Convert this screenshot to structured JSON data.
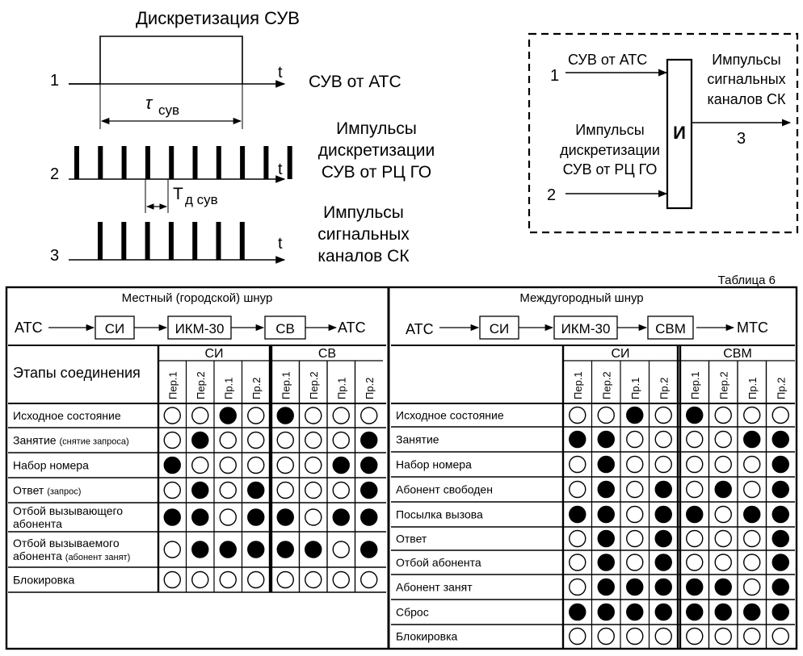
{
  "timing": {
    "title": "Дискретизация СУВ",
    "axis_t": "t",
    "row_numbers": [
      "1",
      "2",
      "3"
    ],
    "tau_label": "τ",
    "tau_sub": "сув",
    "td_label": "Т",
    "td_sub": "д сув",
    "label1": "СУВ от АТС",
    "label2_lines": [
      "Импульсы",
      "дискретизации",
      "СУВ от РЦ ГО"
    ],
    "label3_lines": [
      "Импульсы",
      "сигнальных",
      "каналов СК"
    ]
  },
  "gate": {
    "in1_num": "1",
    "in1_label": "СУВ от АТС",
    "in2_num": "2",
    "in2_lines": [
      "Импульсы",
      "дискретизации",
      "СУВ от РЦ ГО"
    ],
    "gate_label": "И",
    "out_lines": [
      "Импульсы",
      "сигнальных",
      "каналов СК"
    ],
    "out_num": "3"
  },
  "table_caption": "Таблица 6",
  "local": {
    "title": "Местный (городской) шнур",
    "chain": [
      "АТС",
      "СИ",
      "ИКМ-30",
      "СВ",
      "АТС"
    ],
    "stages_header": "Этапы соединения",
    "group1": "СИ",
    "group2": "СВ",
    "cols": [
      "Пер.1",
      "Пер.2",
      "Пр.1",
      "Пр.2"
    ],
    "rows": [
      {
        "label": "Исходное состояние",
        "sub": "",
        "pattern": "00101000"
      },
      {
        "label": "Занятие ",
        "sub": "(снятие запроса)",
        "pattern": "01000001"
      },
      {
        "label": "Набор номера",
        "sub": "",
        "pattern": "10000011"
      },
      {
        "label": "Ответ ",
        "sub": "(запрос)",
        "pattern": "01010001"
      },
      {
        "label": "Отбой вызывающего",
        "label2": "абонента",
        "sub": "",
        "pattern": "11011011"
      },
      {
        "label": "Отбой вызываемого",
        "label2": "абонента ",
        "sub": "(абонент занят)",
        "pattern": "01111101"
      },
      {
        "label": "Блокировка",
        "sub": "",
        "pattern": "00000000"
      }
    ]
  },
  "intercity": {
    "title": "Междугородный шнур",
    "chain": [
      "АТС",
      "СИ",
      "ИКМ-30",
      "СВМ",
      "МТС"
    ],
    "group1": "СИ",
    "group2": "СВМ",
    "cols": [
      "Пер.1",
      "Пер.2",
      "Пр.1",
      "Пр.2"
    ],
    "rows": [
      {
        "label": "Исходное состояние",
        "pattern": "00101000"
      },
      {
        "label": "Занятие",
        "pattern": "11000011"
      },
      {
        "label": "Набор номера",
        "pattern": "01000001"
      },
      {
        "label": "Абонент свободен",
        "pattern": "01010101"
      },
      {
        "label": "Посылка вызова",
        "pattern": "11011011"
      },
      {
        "label": "Ответ",
        "pattern": "01010001"
      },
      {
        "label": "Отбой абонента",
        "pattern": "01010001"
      },
      {
        "label": "Абонент занят",
        "pattern": "01111101"
      },
      {
        "label": "Сброс",
        "pattern": "11111111"
      },
      {
        "label": "Блокировка",
        "pattern": "00000000"
      }
    ]
  }
}
